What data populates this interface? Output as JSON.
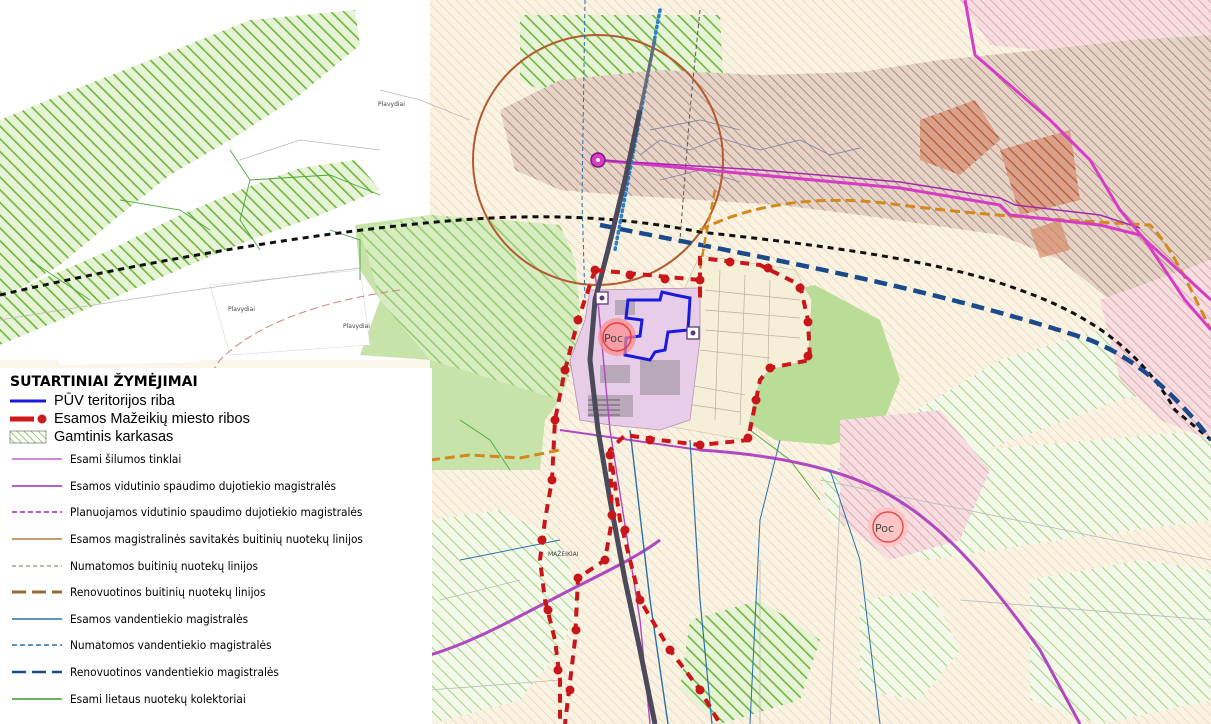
{
  "legend": {
    "title": "SUTARTINIAI ŽYMĖJIMAI",
    "main_items": [
      {
        "label": "PŪV teritorijos riba",
        "color": "#1a1adc",
        "symbol": "line"
      },
      {
        "label": "Esamos Mažeikių miesto ribos",
        "color": "#cc1a1a",
        "symbol": "dash-dot"
      },
      {
        "label": "Gamtinis karkasas",
        "color": "#7bc24a",
        "symbol": "hatch-box"
      }
    ],
    "items": [
      {
        "label": "Esami šilumos tinklai",
        "color": "#c060c8",
        "dash": "solid"
      },
      {
        "label": "Esamos vidutinio spaudimo dujotiekio magistralės",
        "color": "#9a2ab0",
        "dash": "solid"
      },
      {
        "label": "Planuojamos vidutinio spaudimo dujotiekio magistralės",
        "color": "#9a2ab0",
        "dash": "dashed"
      },
      {
        "label": "Esamos magistralinės savitakės buitinių nuotekų linijos",
        "color": "#b07a3c",
        "dash": "solid"
      },
      {
        "label": "Numatomos buitinių nuotekų linijos",
        "color": "#9a8a7a",
        "dash": "dashed"
      },
      {
        "label": "Renovuotinos buitinių nuotekų linijos",
        "color": "#9a6a3a",
        "dash": "long-dash"
      },
      {
        "label": "Esamos vandentiekio magistralės",
        "color": "#2a70a8",
        "dash": "solid"
      },
      {
        "label": "Numatomos vandentiekio magistralės",
        "color": "#2a70a8",
        "dash": "dashed"
      },
      {
        "label": "Renovuotinos vandentiekio magistralės",
        "color": "#1a4a8a",
        "dash": "long-dash"
      },
      {
        "label": "Esami lietaus nuotekų kolektoriai",
        "color": "#3a9a2a",
        "dash": "solid"
      }
    ]
  },
  "map_labels": {
    "poc_a": "Poc",
    "poc_b": "Poc",
    "place_1": "Plavydiai",
    "place_2": "Plavydiai",
    "place_3": "Plavydiai",
    "place_4": "MAŽEIKIAI"
  }
}
